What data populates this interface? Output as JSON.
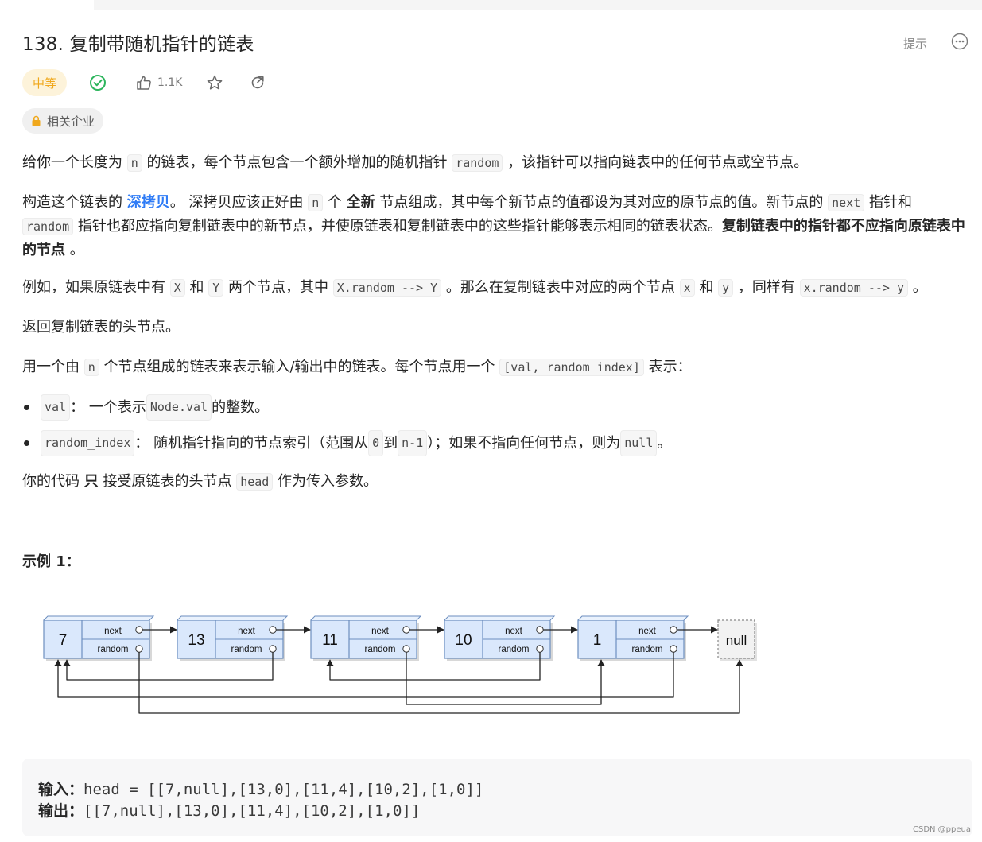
{
  "problem": {
    "title": "138. 复制带随机指针的链表",
    "hint_label": "提示",
    "difficulty": "中等",
    "likes": "1.1K",
    "company_tag": "相关企业"
  },
  "description": {
    "p1": {
      "t1": "给你一个长度为 ",
      "c1": "n",
      "t2": " 的链表，每个节点包含一个额外增加的随机指针 ",
      "c2": "random",
      "t3": " ，该指针可以指向链表中的任何节点或空节点。"
    },
    "p2": {
      "t1": "构造这个链表的 ",
      "link": "深拷贝",
      "t2": "。 深拷贝应该正好由 ",
      "c1": "n",
      "t3": " 个 ",
      "b1": "全新",
      "t4": " 节点组成，其中每个新节点的值都设为其对应的原节点的值。新节点的 ",
      "c2": "next",
      "t5": " 指针和",
      "c3": "random",
      "t6": " 指针也都应指向复制链表中的新节点，并使原链表和复制链表中的这些指针能够表示相同的链表状态。",
      "b2": "复制链表中的指针都不应指向原链表中的节点",
      "t7": " 。"
    },
    "p3": {
      "t1": "例如，如果原链表中有 ",
      "c1": "X",
      "t2": " 和 ",
      "c2": "Y",
      "t3": " 两个节点，其中 ",
      "c3": "X.random --> Y",
      "t4": " 。那么在复制链表中对应的两个节点 ",
      "c4": "x",
      "t5": " 和 ",
      "c5": "y",
      "t6": " ，同样有 ",
      "c6": "x.random --> y",
      "t7": " 。"
    },
    "p4": "返回复制链表的头节点。",
    "p5": {
      "t1": "用一个由 ",
      "c1": "n",
      "t2": " 个节点组成的链表来表示输入/输出中的链表。每个节点用一个 ",
      "c2": "[val, random_index]",
      "t3": " 表示："
    },
    "bullet1": {
      "c1": "val",
      "t1": "： 一个表示 ",
      "c2": "Node.val",
      "t2": " 的整数。"
    },
    "bullet2": {
      "c1": "random_index",
      "t1": "： 随机指针指向的节点索引（范围从 ",
      "c2": "0",
      "t2": " 到 ",
      "c3": "n-1",
      "t3": "）；如果不指向任何节点，则为  ",
      "c4": "null",
      "t4": " 。"
    },
    "p6": {
      "t1": "你的代码 ",
      "b1": "只",
      "t2": " 接受原链表的头节点 ",
      "c1": "head",
      "t3": " 作为传入参数。"
    }
  },
  "example": {
    "title": "示例 1：",
    "input_label": "输入：",
    "input_value": "head = [[7,null],[13,0],[11,4],[10,2],[1,0]]",
    "output_label": "输出：",
    "output_value": "[[7,null],[13,0],[11,4],[10,2],[1,0]]"
  },
  "diagram": {
    "nodes": [
      "7",
      "13",
      "11",
      "10",
      "1"
    ],
    "null_label": "null",
    "next_label": "next",
    "random_label": "random"
  },
  "watermark": "CSDN @ppeua",
  "colors": {
    "difficulty_bg": "#fdf3da",
    "difficulty_text": "#f0a81c",
    "link": "#2f7cf6",
    "check": "#2db55d",
    "node_fill": "#dae8fc",
    "node_stroke": "#6c8ebf"
  }
}
